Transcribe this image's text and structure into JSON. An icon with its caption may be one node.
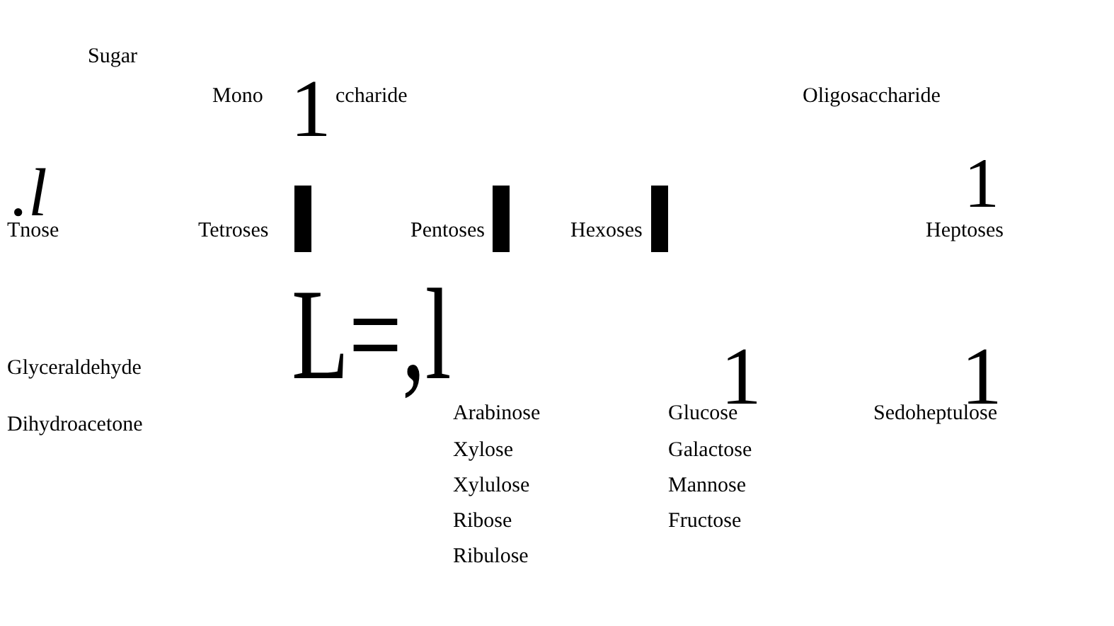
{
  "diagram": {
    "labels": [
      "Sugar",
      "Mono",
      "1",
      "ccharide",
      "Oligosaccharide",
      ".l",
      "1",
      "Tnose",
      "Tetroses",
      "Pentoses",
      "Hexoses",
      "Heptoses",
      "L=,l",
      "Glyceraldehyde",
      "1",
      "1",
      "Dihydroacetone",
      "Arabinose",
      "Glucose",
      "Sedoheptulose",
      "Xylose",
      "Galactose",
      "Xylulose",
      "Mannose",
      "Ribose",
      "Fructose",
      "Ribulose"
    ]
  }
}
